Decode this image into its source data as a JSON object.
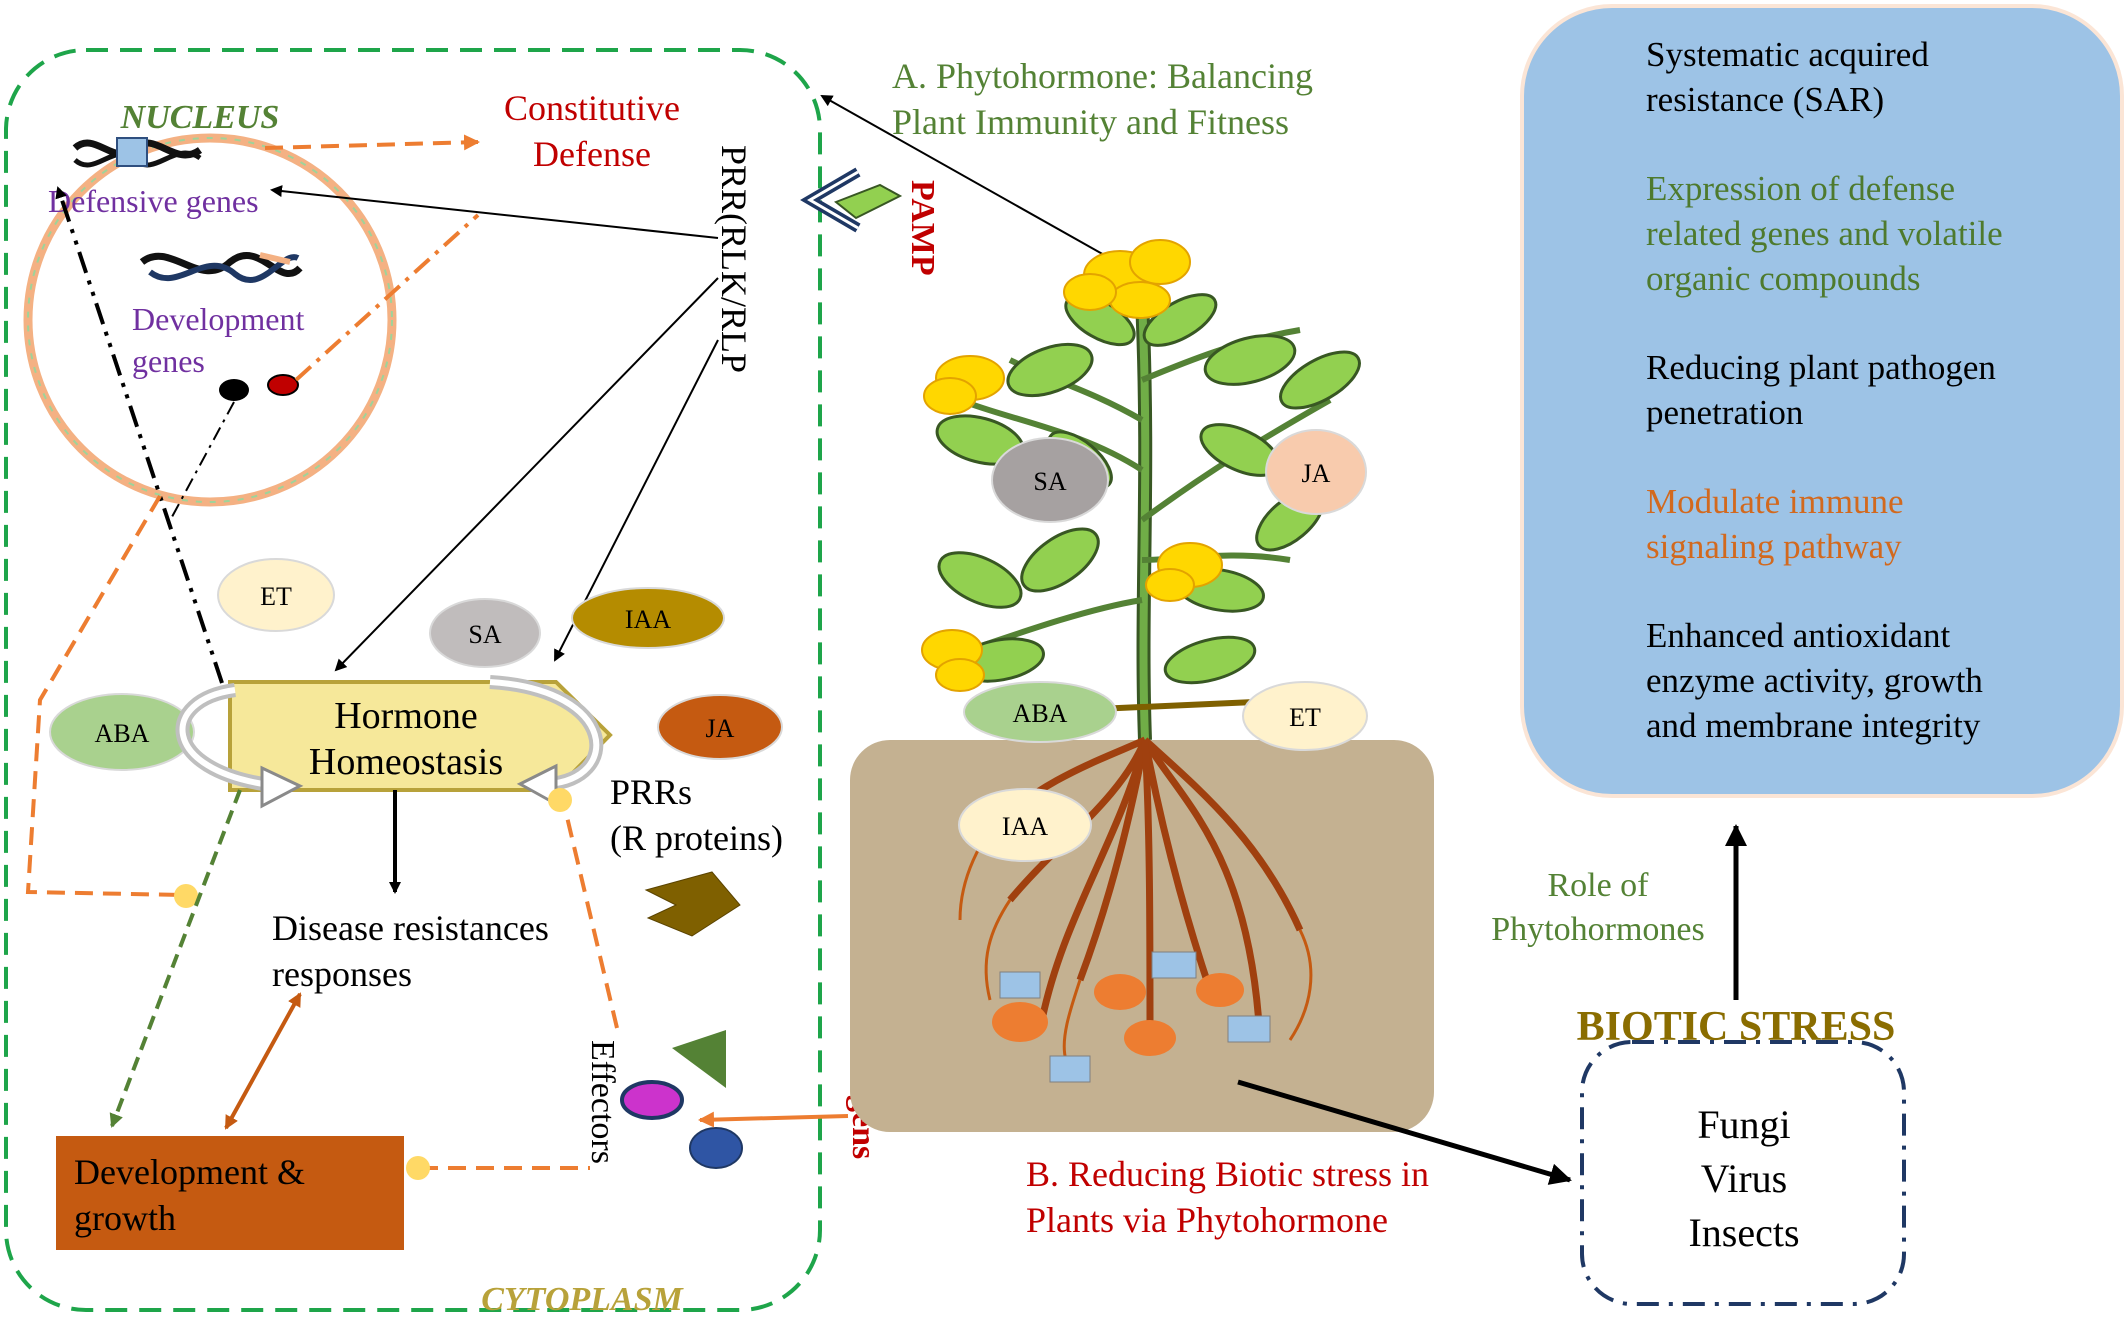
{
  "labels": {
    "nucleus": "NUCLEUS",
    "cytoplasm": "CYTOPLASM",
    "defensive_genes": "Defensive genes",
    "development_genes_1": "Development",
    "development_genes_2": "genes",
    "constitutive_1": "Constitutive",
    "constitutive_2": "Defense",
    "prr_receptor": "PRR(RLK/RLP",
    "pamp": "PAMP",
    "pathogens": "Pathogens",
    "effectors": "Effectors",
    "prrs_1": "PRRs",
    "prrs_2": "(R proteins)",
    "hormone_1": "Hormone",
    "hormone_2": "Homeostasis",
    "disease_1": "Disease resistances",
    "disease_2": "responses",
    "dev_growth_1": "Development &",
    "dev_growth_2": "growth",
    "title_a_1": "A.  Phytohormone:  Balancing",
    "title_a_2": "Plant Immunity and Fitness",
    "title_b_1": "B.  Reducing  Biotic  stress  in",
    "title_b_2": "Plants via Phytohormone",
    "role_1": "Role of",
    "role_2": "Phytohormones",
    "biotic_stress": "BIOTIC STRESS"
  },
  "hormones": {
    "et": "ET",
    "sa": "SA",
    "iaa": "IAA",
    "aba": "ABA",
    "ja": "JA"
  },
  "stressors": [
    "Fungi",
    "Virus",
    "Insects"
  ],
  "effects": [
    {
      "lines": [
        "Systematic acquired",
        "resistance (SAR)"
      ],
      "color": "#000000"
    },
    {
      "lines": [
        "Expression of defense",
        "related genes and volatile",
        "organic compounds"
      ],
      "color": "#4e7a2e"
    },
    {
      "lines": [
        "Reducing plant pathogen",
        "penetration"
      ],
      "color": "#000000"
    },
    {
      "lines": [
        "Modulate immune",
        "signaling pathway"
      ],
      "color": "#d2691e"
    },
    {
      "lines": [
        "Enhanced antioxidant",
        "enzyme activity, growth",
        "and membrane integrity"
      ],
      "color": "#000000"
    }
  ],
  "colors": {
    "cell_border": "#1ea54a",
    "nucleus_border": "#f4b183",
    "dev_box": "#c55a11",
    "panel": "#9dc3e6",
    "soil": "#c4b191",
    "red_text": "#c00000",
    "green_text": "#548235",
    "purple_text": "#7030a0",
    "olive_text": "#8a6d00"
  }
}
